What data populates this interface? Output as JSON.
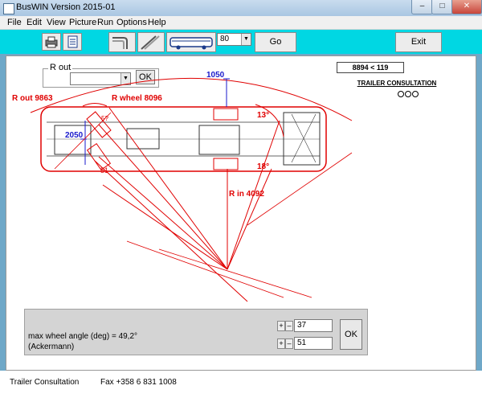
{
  "window": {
    "title": "BusWIN  Version 2015-01",
    "minimize": "–",
    "maximize": "□",
    "close": "✕"
  },
  "menu": [
    "File",
    "Edit",
    "View",
    "Picture",
    "Run",
    "Options",
    "Help"
  ],
  "toolbar": {
    "speed_value": "80",
    "go_label": "Go",
    "exit_label": "Exit"
  },
  "rout": {
    "group_label": "R out",
    "value": "",
    "ok_label": "OK"
  },
  "header_info": "8894 < 119",
  "logo_text": "TRAILER CONSULTATION",
  "drawing": {
    "top_dim": "1050",
    "r_out": "R out 9863",
    "r_wheel": "R wheel 8096",
    "wheelbase_dim": "2050",
    "front_small": "5?",
    "angle_top": "13°",
    "angle_bottom": "18°",
    "wheel_low": "51",
    "r_in": "R in 4092"
  },
  "panel": {
    "line1": "max wheel angle  (deg) = 49,2°",
    "line2": "(Ackermann)",
    "plus": "+",
    "minus": "–",
    "angle1": "37",
    "angle2": "51",
    "ok_label": "OK"
  },
  "status": {
    "company": "Trailer Consultation",
    "fax": "Fax +358 6 831 1008"
  },
  "colors": {
    "toolbar": "#00d7e3",
    "drawing": "#e00000",
    "dimension": "#1a1acc"
  }
}
